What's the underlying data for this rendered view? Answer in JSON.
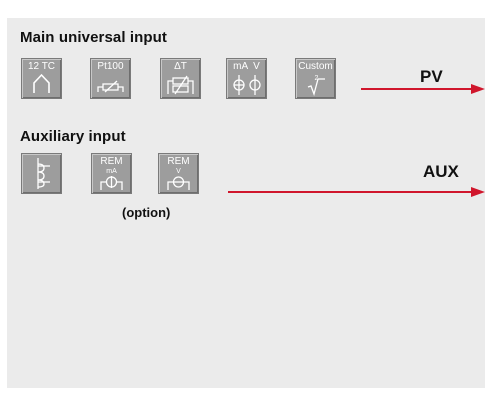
{
  "main": {
    "title": "Main universal input",
    "buttons": [
      {
        "label": "12 TC",
        "icon": "thermocouple-icon"
      },
      {
        "label": "Pt100",
        "icon": "rtd-resistor-icon"
      },
      {
        "label": "ΔT",
        "icon": "delta-t-resistor-icon"
      },
      {
        "label": "mA  V",
        "icon": "current-voltage-source-icon"
      },
      {
        "label": "Custom",
        "sub": "2",
        "icon": "square-root-icon"
      }
    ],
    "signal": "PV"
  },
  "aux": {
    "title": "Auxiliary input",
    "buttons": [
      {
        "label": "",
        "icon": "transformer-coil-icon"
      },
      {
        "label": "REM",
        "sub": "mA",
        "icon": "remote-current-icon"
      },
      {
        "label": "REM",
        "sub": "V",
        "icon": "remote-voltage-icon"
      }
    ],
    "signal": "AUX",
    "note": "(option)"
  },
  "colors": {
    "arrow": "#d0162c",
    "button": "#9d9d9d",
    "panel": "#ebebeb"
  }
}
